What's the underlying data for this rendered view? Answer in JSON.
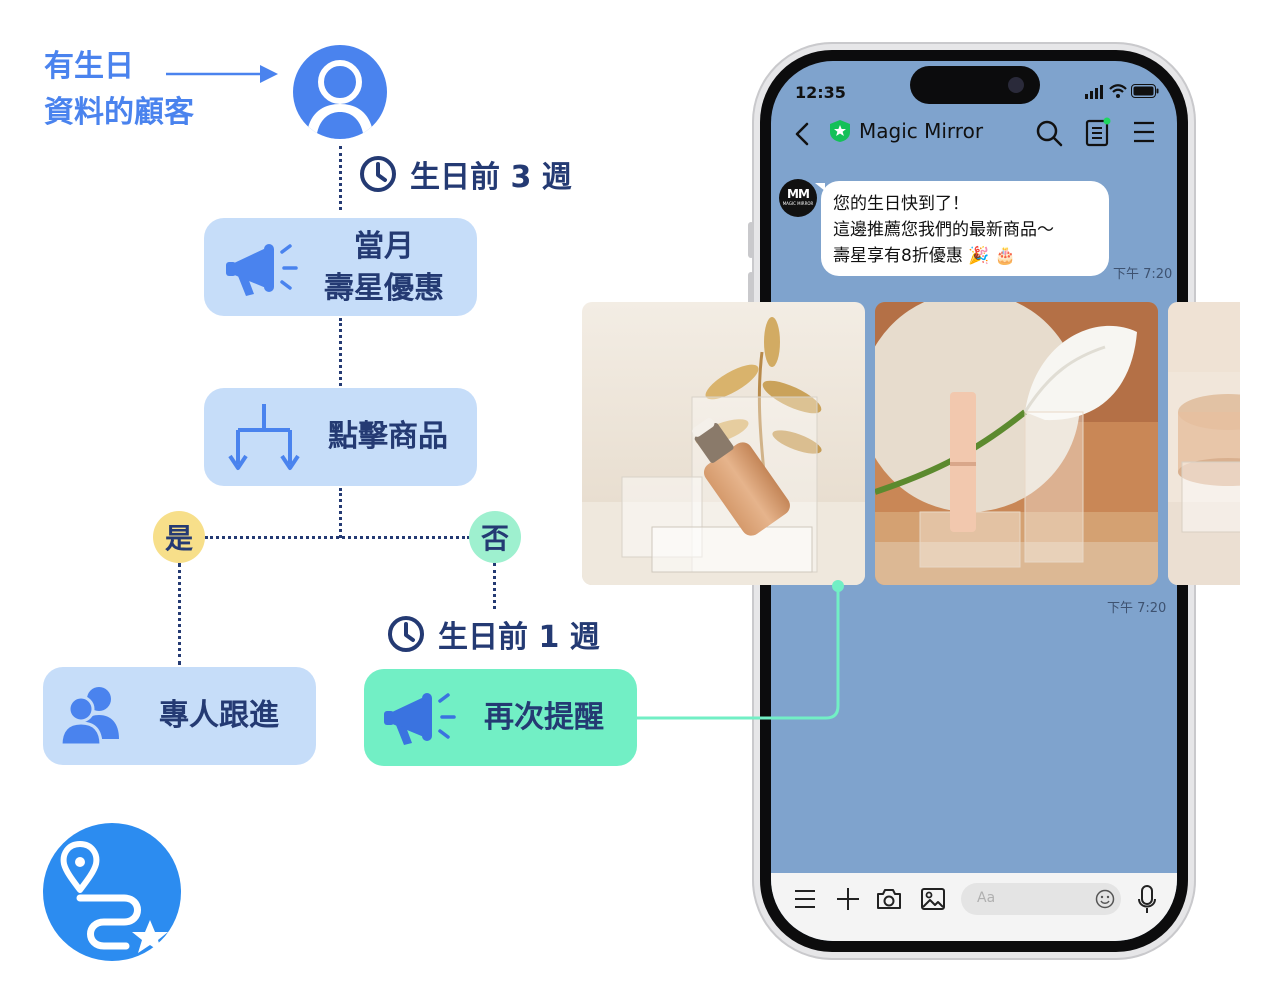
{
  "flow": {
    "start_label_line1": "有生日",
    "start_label_line2": "資料的顧客",
    "timing1": "生日前 3 週",
    "node_birthday_line1": "當月",
    "node_birthday_line2": "壽星優惠",
    "node_click": "點擊商品",
    "badge_yes": "是",
    "badge_no": "否",
    "timing2": "生日前 1 週",
    "node_followup": "專人跟進",
    "node_reminder": "再次提醒"
  },
  "phone": {
    "time": "12:35",
    "chat_title": "Magic Mirror",
    "avatar_text": "MM",
    "avatar_subtext": "MAGIC MIRROR",
    "message_line1": "您的生日快到了！",
    "message_line2": "這邊推薦您我們的最新商品～",
    "message_line3": "壽星享有8折優惠 🎉 🎂",
    "message_time": "下午 7:20",
    "carousel_time": "下午 7:20",
    "input_placeholder": "Aa"
  },
  "colors": {
    "accent_blue": "#4a83ee",
    "navy": "#243a73",
    "node_blue": "#c6ddf9",
    "node_green": "#72efc5",
    "badge_yes": "#f7df8a",
    "badge_no": "#9ef0cf",
    "chat_bg": "#7fa3cd",
    "logo_blue": "#2c8cf0",
    "connector_green": "#72efc5"
  },
  "icons": [
    "user-icon",
    "clock-icon",
    "megaphone-icon",
    "split-arrows-icon",
    "people-icon",
    "journey-logo-icon",
    "back-icon",
    "verified-badge-icon",
    "search-icon",
    "note-icon",
    "menu-icon",
    "plus-icon",
    "camera-icon",
    "image-icon",
    "emoji-icon",
    "mic-icon",
    "signal-icon",
    "wifi-icon",
    "battery-icon"
  ]
}
